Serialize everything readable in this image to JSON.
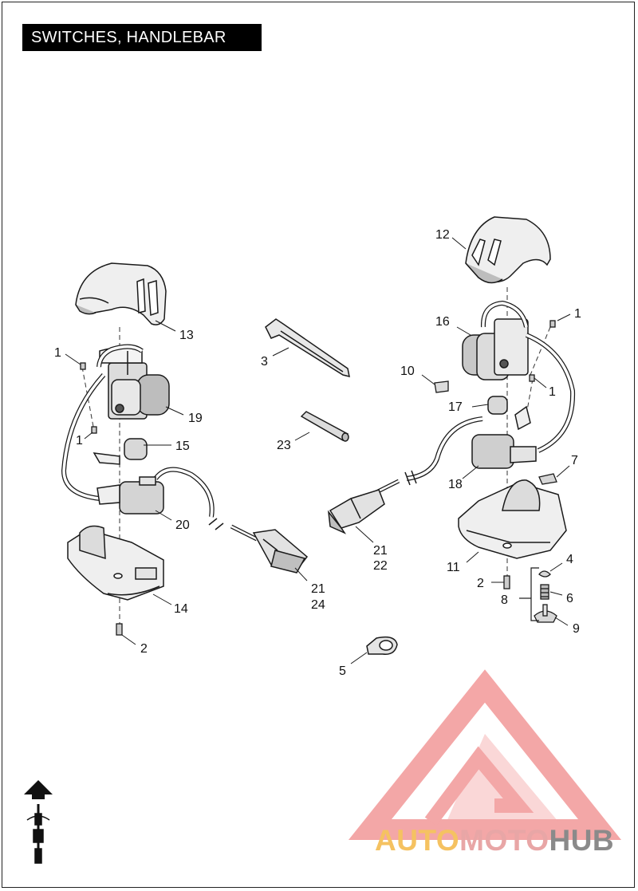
{
  "title": "SWITCHES, HANDLEBAR",
  "watermark": {
    "part1": "AUTO",
    "part2": "MOTO",
    "part3": "HUB"
  },
  "callouts": [
    {
      "id": "c1a",
      "label": "1"
    },
    {
      "id": "c13",
      "label": "13"
    },
    {
      "id": "c19",
      "label": "19"
    },
    {
      "id": "c1b",
      "label": "1"
    },
    {
      "id": "c15",
      "label": "15"
    },
    {
      "id": "c20",
      "label": "20"
    },
    {
      "id": "c14",
      "label": "14"
    },
    {
      "id": "c2a",
      "label": "2"
    },
    {
      "id": "c3",
      "label": "3"
    },
    {
      "id": "c23",
      "label": "23"
    },
    {
      "id": "c21a",
      "label": "21"
    },
    {
      "id": "c24",
      "label": "24"
    },
    {
      "id": "c5",
      "label": "5"
    },
    {
      "id": "c12",
      "label": "12"
    },
    {
      "id": "c1c",
      "label": "1"
    },
    {
      "id": "c16",
      "label": "16"
    },
    {
      "id": "c10",
      "label": "10"
    },
    {
      "id": "c1d",
      "label": "1"
    },
    {
      "id": "c17",
      "label": "17"
    },
    {
      "id": "c7",
      "label": "7"
    },
    {
      "id": "c18",
      "label": "18"
    },
    {
      "id": "c21b",
      "label": "21"
    },
    {
      "id": "c22",
      "label": "22"
    },
    {
      "id": "c11",
      "label": "11"
    },
    {
      "id": "c2b",
      "label": "2"
    },
    {
      "id": "c4",
      "label": "4"
    },
    {
      "id": "c8",
      "label": "8"
    },
    {
      "id": "c6",
      "label": "6"
    },
    {
      "id": "c9",
      "label": "9"
    }
  ],
  "colors": {
    "line": "#1a1a1a",
    "part_fill": "#efefef",
    "part_shade": "#bdbdbd",
    "watermark_red": "#f08a8a"
  },
  "icons": {
    "direction": "up-arrow-icon",
    "rider": "rider-icon"
  }
}
